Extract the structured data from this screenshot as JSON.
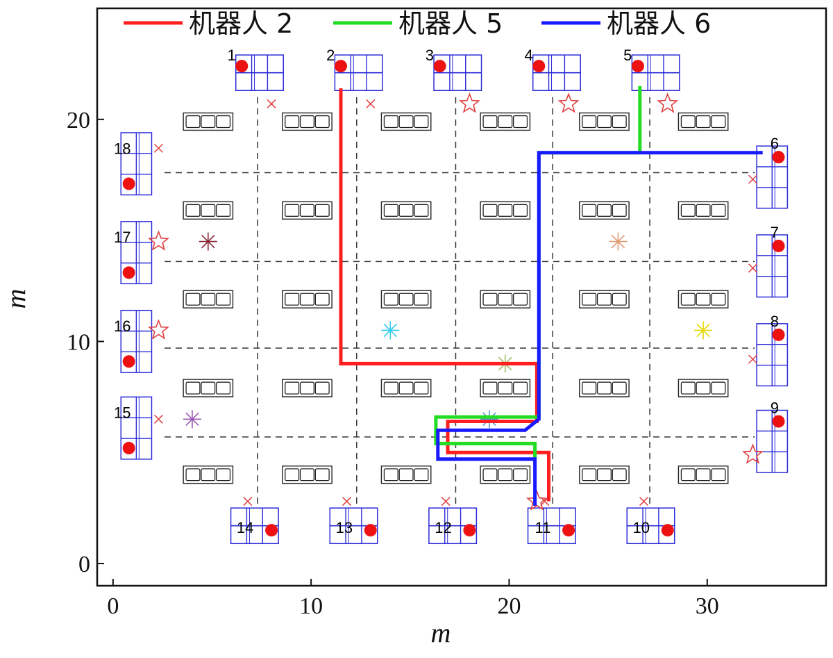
{
  "chart_data": {
    "type": "line",
    "xlabel": "m",
    "ylabel": "m",
    "xlim": [
      -0.8,
      36
    ],
    "ylim": [
      -1.0,
      25.0
    ],
    "x_ticks": [
      0,
      10,
      20,
      30
    ],
    "y_ticks": [
      0,
      10,
      20
    ],
    "grid": "dashed guide lines at x = 7.3, 12.3, 17.3, 22.2, 27.1 and y = 17.6, 13.6, 9.7, 5.7",
    "legend_placement": "top",
    "series": [
      {
        "name": "机器人 2",
        "color": "#ff1f1f",
        "points": [
          [
            11.5,
            21.4
          ],
          [
            11.5,
            9.0
          ],
          [
            21.4,
            9.0
          ],
          [
            21.4,
            6.4
          ],
          [
            16.9,
            6.4
          ],
          [
            16.9,
            5.0
          ],
          [
            22.0,
            5.0
          ],
          [
            22.0,
            2.8
          ]
        ]
      },
      {
        "name": "机器人 5",
        "color": "#22dd22",
        "points": [
          [
            26.6,
            21.5
          ],
          [
            26.6,
            18.5
          ],
          [
            21.5,
            18.5
          ],
          [
            21.5,
            6.6
          ],
          [
            16.3,
            6.6
          ],
          [
            16.3,
            5.4
          ],
          [
            21.3,
            5.4
          ],
          [
            21.3,
            4.7
          ]
        ]
      },
      {
        "name": "机器人 6",
        "color": "#1a1aff",
        "points": [
          [
            32.8,
            18.5
          ],
          [
            21.5,
            18.5
          ],
          [
            21.5,
            6.5
          ],
          [
            20.8,
            6.0
          ],
          [
            16.4,
            6.0
          ],
          [
            16.4,
            4.7
          ],
          [
            21.3,
            4.7
          ],
          [
            21.3,
            2.6
          ]
        ]
      }
    ],
    "stations": [
      {
        "label": "1",
        "x": 6.5,
        "y": 22.4,
        "orient": "top"
      },
      {
        "label": "2",
        "x": 11.5,
        "y": 22.4,
        "orient": "top"
      },
      {
        "label": "3",
        "x": 16.5,
        "y": 22.4,
        "orient": "top"
      },
      {
        "label": "4",
        "x": 21.5,
        "y": 22.4,
        "orient": "top"
      },
      {
        "label": "5",
        "x": 26.5,
        "y": 22.4,
        "orient": "top"
      },
      {
        "label": "6",
        "x": 33.6,
        "y": 18.3,
        "orient": "right"
      },
      {
        "label": "7",
        "x": 33.6,
        "y": 14.3,
        "orient": "right"
      },
      {
        "label": "8",
        "x": 33.6,
        "y": 10.3,
        "orient": "right"
      },
      {
        "label": "9",
        "x": 33.6,
        "y": 6.4,
        "orient": "right"
      },
      {
        "label": "10",
        "x": 28.0,
        "y": 1.5,
        "orient": "bottom"
      },
      {
        "label": "11",
        "x": 23.0,
        "y": 1.5,
        "orient": "bottom"
      },
      {
        "label": "12",
        "x": 18.0,
        "y": 1.5,
        "orient": "bottom"
      },
      {
        "label": "13",
        "x": 13.0,
        "y": 1.5,
        "orient": "bottom"
      },
      {
        "label": "14",
        "x": 8.0,
        "y": 1.5,
        "orient": "bottom"
      },
      {
        "label": "15",
        "x": 0.8,
        "y": 5.2,
        "orient": "left"
      },
      {
        "label": "16",
        "x": 0.8,
        "y": 9.1,
        "orient": "left"
      },
      {
        "label": "17",
        "x": 0.8,
        "y": 13.1,
        "orient": "left"
      },
      {
        "label": "18",
        "x": 0.8,
        "y": 17.1,
        "orient": "left"
      }
    ],
    "shelf_columns_x": [
      4.8,
      9.8,
      14.8,
      19.8,
      24.8,
      29.8
    ],
    "shelf_rows_y": [
      19.9,
      15.9,
      11.9,
      7.9,
      4.0
    ],
    "cross_markers": [
      [
        8.0,
        20.7
      ],
      [
        13.0,
        20.7
      ],
      [
        2.3,
        18.7
      ],
      [
        32.3,
        17.3
      ],
      [
        32.3,
        13.3
      ],
      [
        32.3,
        9.2
      ],
      [
        2.3,
        6.5
      ],
      [
        6.8,
        2.8
      ],
      [
        11.8,
        2.8
      ],
      [
        16.8,
        2.8
      ],
      [
        21.8,
        2.8
      ],
      [
        26.8,
        2.8
      ]
    ],
    "star_markers": [
      [
        18.0,
        20.7
      ],
      [
        23.0,
        20.7
      ],
      [
        28.0,
        20.7
      ],
      [
        2.3,
        14.5
      ],
      [
        2.3,
        10.5
      ],
      [
        32.3,
        4.9
      ],
      [
        21.4,
        2.8
      ]
    ],
    "burst_markers": [
      {
        "x": 4.8,
        "y": 14.5,
        "color": "#882233"
      },
      {
        "x": 25.5,
        "y": 14.5,
        "color": "#e09a70"
      },
      {
        "x": 14.0,
        "y": 10.5,
        "color": "#33ccee"
      },
      {
        "x": 29.8,
        "y": 10.5,
        "color": "#e6d800"
      },
      {
        "x": 19.8,
        "y": 9.0,
        "color": "#a0c060"
      },
      {
        "x": 4.0,
        "y": 6.5,
        "color": "#9b59b6"
      },
      {
        "x": 19.0,
        "y": 6.5,
        "color": "#5599dd"
      }
    ]
  }
}
